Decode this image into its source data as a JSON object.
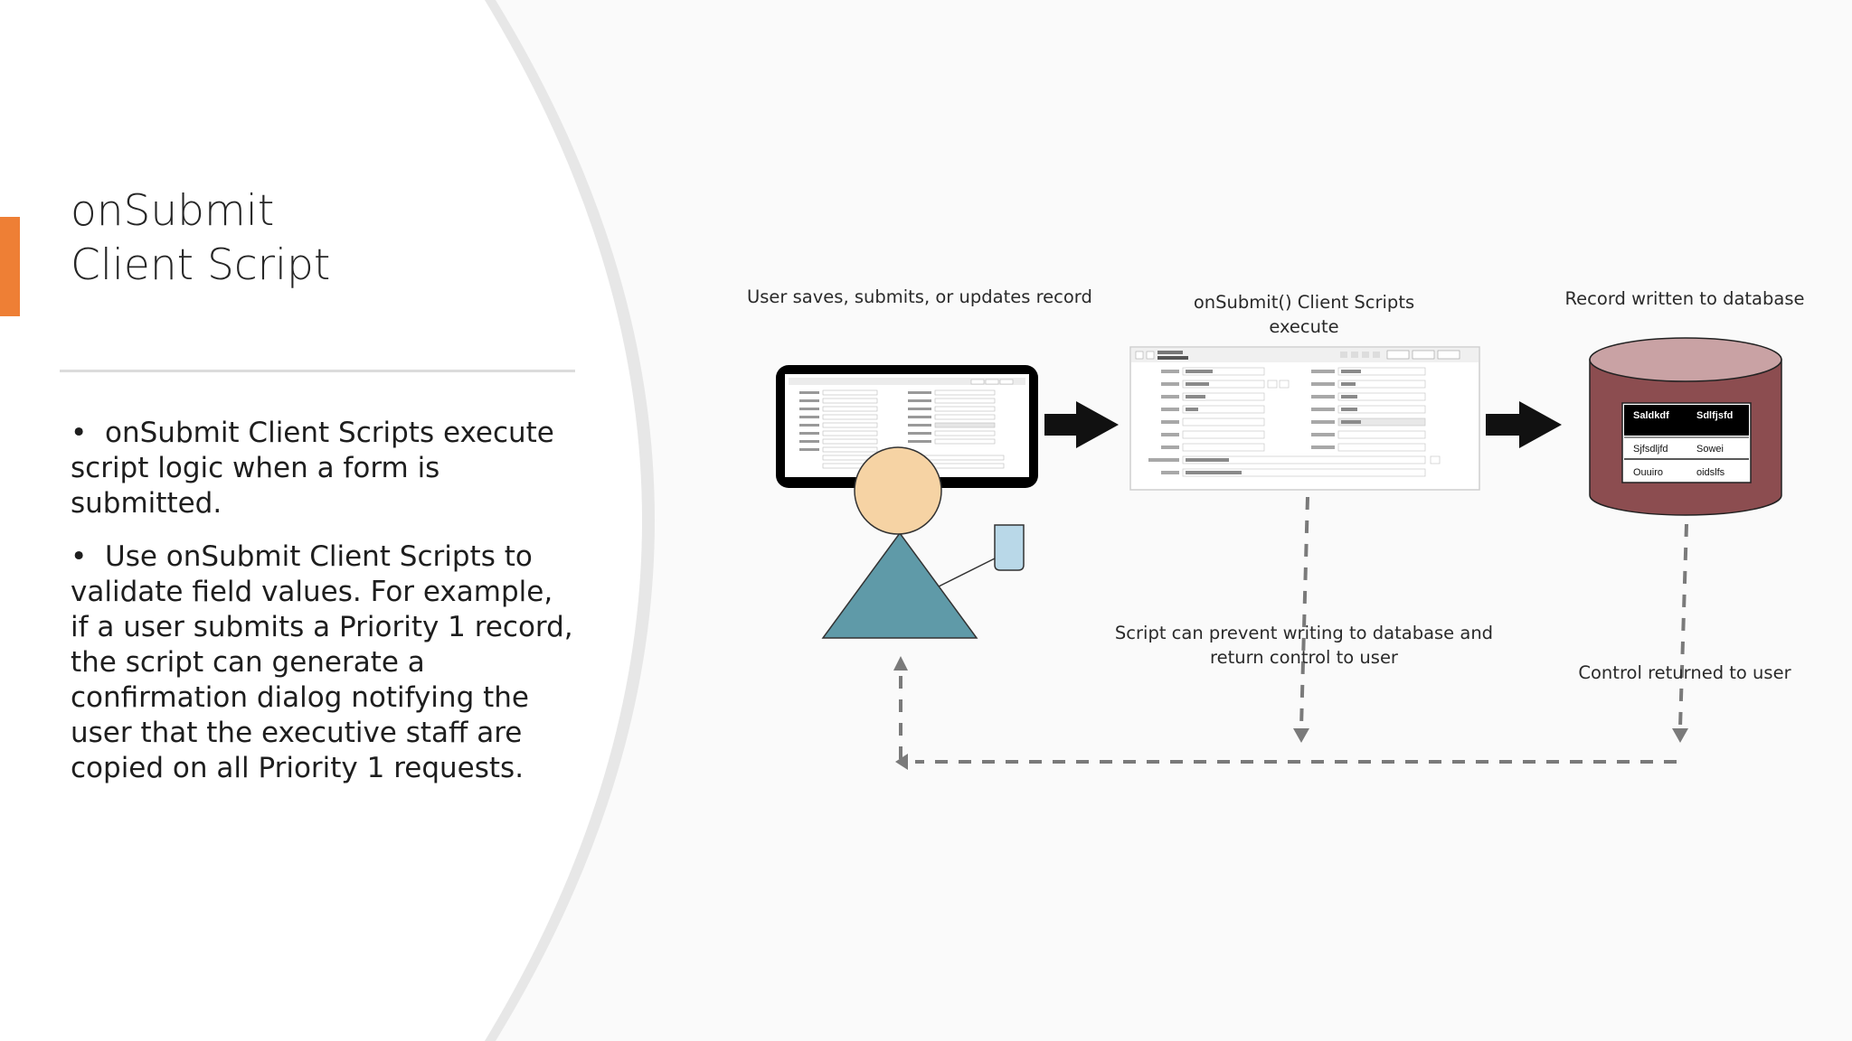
{
  "slide": {
    "title_line1": "onSubmit",
    "title_line2": "Client Script",
    "accent_color": "#ee7f35",
    "bullets": [
      "onSubmit Client Scripts execute script logic when a form is submitted.",
      "Use onSubmit Client Scripts to validate field values. For example, if a user submits a Priority 1 record, the script can generate a confirmation dialog notifying the user that the executive staff are copied on all Priority 1 requests."
    ],
    "bullet_symbol": "•"
  },
  "diagram": {
    "step1_caption": "User saves, submits, or updates record",
    "step2_caption_line1": "onSubmit() Client Scripts",
    "step2_caption_line2": "execute",
    "step3_caption": "Record written to database",
    "prevent_caption_line1": "Script can prevent writing to database and",
    "prevent_caption_line2": "return control to user",
    "control_caption": "Control returned to user",
    "database_table": {
      "headers": [
        "Saldkdf",
        "Sdlfjsfd"
      ],
      "rows": [
        [
          "Sjfsdljfd",
          "Sowei"
        ],
        [
          "Ouuiro",
          "oidslfs"
        ]
      ]
    },
    "colors": {
      "person_head": "#f6d3a4",
      "person_body": "#5f9aa8",
      "phone": "#b9d8e8",
      "database": "#8c4d50",
      "arrow": "#111111",
      "dashed_line": "#7a7a7a"
    }
  }
}
